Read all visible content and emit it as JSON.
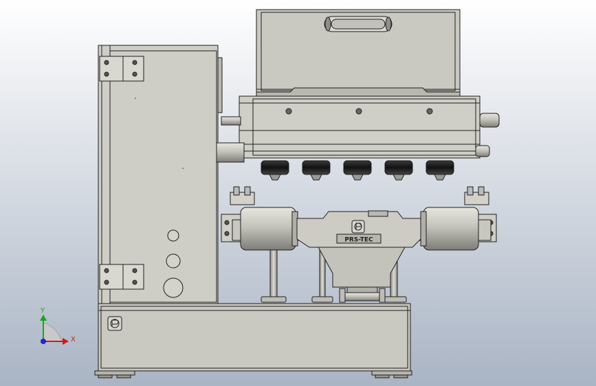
{
  "viewport": {
    "background_top": "#ffffff",
    "background_bottom": "#a9b4c4",
    "part_fill": "#c7c6bf",
    "part_fill_light": "#d8d7d0",
    "part_fill_dark": "#9c9b94",
    "edge_color": "#1e1e1e"
  },
  "triad": {
    "x_label": "X",
    "y_label": "Y",
    "x_color": "#d11919",
    "y_color": "#1aa61a",
    "z_color": "#1a2ad1"
  },
  "labels": {
    "brand_plate": "PRS-TEC"
  }
}
